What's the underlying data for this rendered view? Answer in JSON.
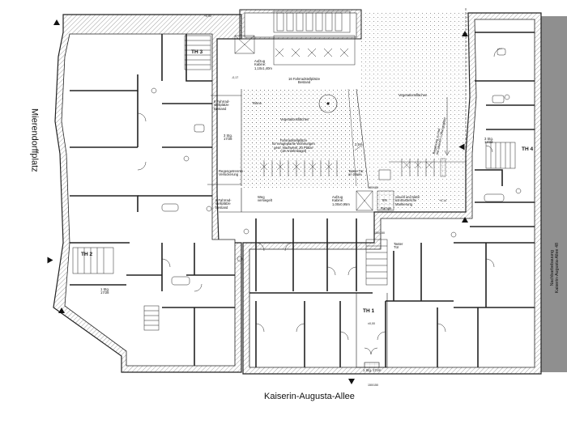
{
  "streets": {
    "left": "Mierendorffplatz",
    "bottom": "Kaiserin-Augusta-Allee",
    "right_neighbor": "Nachbarbebauung\nKaiserin-Augusta-Allee 48"
  },
  "stairs": {
    "th1": "TH 1",
    "th2": "TH 2",
    "th3": "TH 3",
    "th4": "TH 4"
  },
  "labels": {
    "aufzug_top": "Aufzug\nKabine:\n1,10x1,40m",
    "bike_existing_top": "16 Fahrradstellplätze\nBestand",
    "bike_existing_left": "8 Fahrrad-\nstellplätze\nBestand",
    "rinne": "Rinne",
    "vegetation_left": "Vegetationsflächen",
    "vegetation_right": "Vegetationsflächen",
    "bike_new": "Fahrradstellplätze\nfür neugeplante Wohnungen\ngem. Nachweis: 20 Plätze\n(10 Anlehnbügel)",
    "slope": "2,5%",
    "stair_small": "3 Stg.\n17/28",
    "sickering": "Regengetrennte\nVersickerung",
    "taster_tuer_saeule": "Taster Tür\nan Säule",
    "bike_existing_lower": "6 Fahrrad-\nstellplätze\nBestand",
    "weg": "Weg\nversiegelt",
    "aufzug_mid": "Aufzug\nKabine:\n1,00x0,95m",
    "percent_6": "6%",
    "rampe": "Rampe",
    "markierung": "visuell und taktil\nkontrastreiche\nMarkierung",
    "taster_tuer": "Taster\nTür",
    "stufe_left": "1 Stg.\n17/28",
    "stufe_th4": "3 Stg.\n14/28",
    "stufe_bottom": "1 Stg. 17cm",
    "slope_path": "Begehung zu Hof\nmit ebenen Lüftungsgitter",
    "lvl_1": "+0,00",
    "lvl_2": "-0,17",
    "lvl_3": "+0,14",
    "lvl_4": "±0,00",
    "dim_top": "180/180",
    "dim_mid": "150/150",
    "dim_bottom": "150/150"
  },
  "colors": {
    "wall": "#222222",
    "hatch": "#9a9a9a",
    "neighbor": "#8f8f8f",
    "courtyard_dot": "#6b6b6b"
  }
}
